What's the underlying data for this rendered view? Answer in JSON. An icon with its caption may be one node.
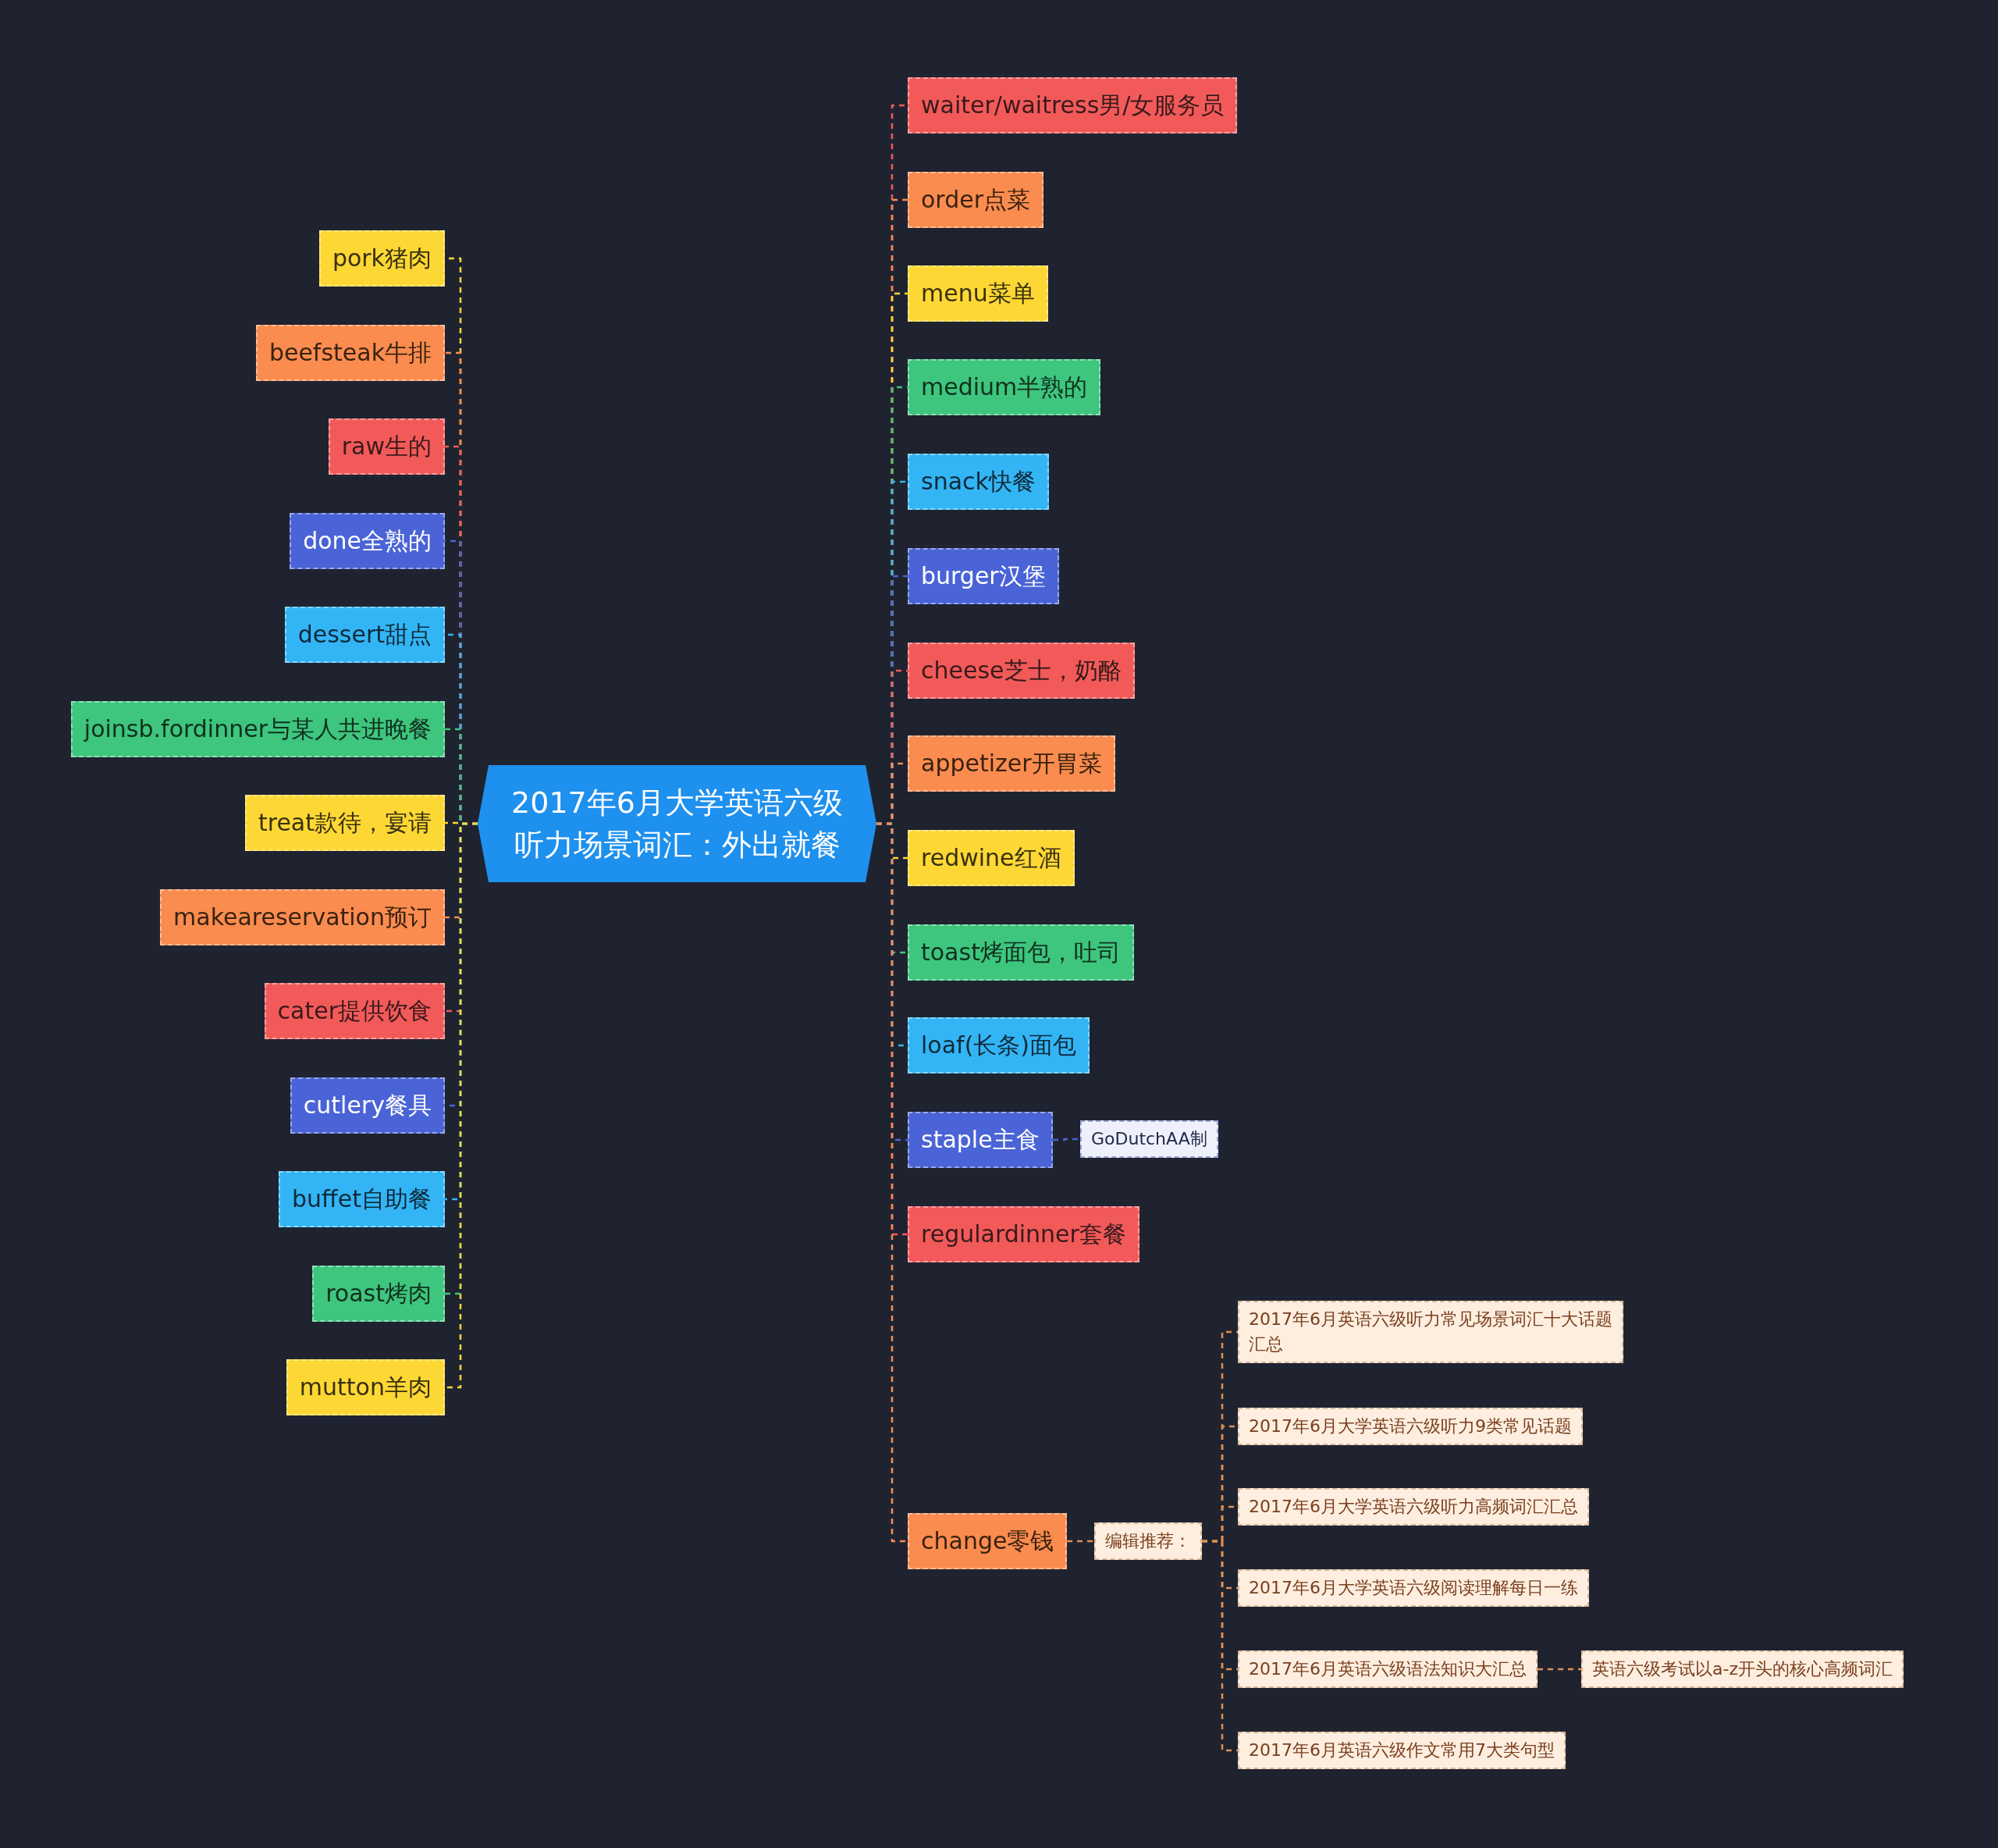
{
  "diagram": {
    "nodes": [
      {
        "text": [
          "2017年6月大学英语六级听力场景词汇：外出就餐"
        ]
      },
      {
        "text": [
          "pork猪肉"
        ]
      },
      {
        "text": [
          "beefsteak牛排"
        ]
      },
      {
        "text": [
          "raw生的"
        ]
      },
      {
        "text": [
          "done全熟的"
        ]
      },
      {
        "text": [
          "dessert甜点"
        ]
      },
      {
        "text": [
          "joinsb.fordinner与某人共进晚餐"
        ]
      },
      {
        "text": [
          "treat款待，宴请"
        ]
      },
      {
        "text": [
          "makeareservation预订"
        ]
      },
      {
        "text": [
          "cater提供饮食"
        ]
      },
      {
        "text": [
          "cutlery餐具"
        ]
      },
      {
        "text": [
          "buffet自助餐"
        ]
      },
      {
        "text": [
          "roast烤肉"
        ]
      },
      {
        "text": [
          "mutton羊肉"
        ]
      },
      {
        "text": [
          "waiter/waitress男/女服务员"
        ]
      },
      {
        "text": [
          "order点菜"
        ]
      },
      {
        "text": [
          "menu菜单"
        ]
      },
      {
        "text": [
          "medium半熟的"
        ]
      },
      {
        "text": [
          "snack快餐"
        ]
      },
      {
        "text": [
          "burger汉堡"
        ]
      },
      {
        "text": [
          "cheese芝士，奶酪"
        ]
      },
      {
        "text": [
          "appetizer开胃菜"
        ]
      },
      {
        "text": [
          "redwine红酒"
        ]
      },
      {
        "text": [
          "toast烤面包，吐司"
        ]
      },
      {
        "text": [
          "loaf(长条)面包"
        ]
      },
      {
        "text": [
          "staple主食"
        ]
      },
      {
        "text": [
          "regulardinner套餐"
        ]
      },
      {
        "text": [
          "change零钱"
        ]
      },
      {
        "text": [
          "GoDutchAA制"
        ]
      },
      {
        "text": [
          "编辑推荐："
        ]
      },
      {
        "text": [
          "2017年6月英语六级听力常见场景词汇十大话题汇总"
        ]
      },
      {
        "text": [
          "2017年6月大学英语六级听力9类常见话题"
        ]
      },
      {
        "text": [
          "2017年6月大学英语六级听力高频词汇汇总"
        ]
      },
      {
        "text": [
          "2017年6月大学英语六级阅读理解每日一练"
        ]
      },
      {
        "text": [
          "2017年6月英语六级语法知识大汇总"
        ]
      },
      {
        "text": [
          "2017年6月英语六级作文常用7大类句型"
        ]
      },
      {
        "text": [
          "英语六级考试以a-z开头的核心高频词汇"
        ]
      }
    ],
    "edges": [
      {
        "from": 0,
        "to": 1,
        "arrow": "none",
        "style": "dashed",
        "color": "#fdd835"
      },
      {
        "from": 0,
        "to": 2,
        "arrow": "none",
        "style": "dashed",
        "color": "#fa8c4f"
      },
      {
        "from": 0,
        "to": 3,
        "arrow": "none",
        "style": "dashed",
        "color": "#f25a5a"
      },
      {
        "from": 0,
        "to": 4,
        "arrow": "none",
        "style": "dashed",
        "color": "#4a63d6"
      },
      {
        "from": 0,
        "to": 5,
        "arrow": "none",
        "style": "dashed",
        "color": "#33b5f5"
      },
      {
        "from": 0,
        "to": 6,
        "arrow": "none",
        "style": "dashed",
        "color": "#3ec57e"
      },
      {
        "from": 0,
        "to": 7,
        "arrow": "none",
        "style": "dashed",
        "color": "#fdd835"
      },
      {
        "from": 0,
        "to": 8,
        "arrow": "none",
        "style": "dashed",
        "color": "#fa8c4f"
      },
      {
        "from": 0,
        "to": 9,
        "arrow": "none",
        "style": "dashed",
        "color": "#f25a5a"
      },
      {
        "from": 0,
        "to": 10,
        "arrow": "none",
        "style": "dashed",
        "color": "#4a63d6"
      },
      {
        "from": 0,
        "to": 11,
        "arrow": "none",
        "style": "dashed",
        "color": "#33b5f5"
      },
      {
        "from": 0,
        "to": 12,
        "arrow": "none",
        "style": "dashed",
        "color": "#3ec57e"
      },
      {
        "from": 0,
        "to": 13,
        "arrow": "none",
        "style": "dashed",
        "color": "#fdd835"
      },
      {
        "from": 0,
        "to": 14,
        "arrow": "none",
        "style": "dashed",
        "color": "#f25a5a"
      },
      {
        "from": 0,
        "to": 15,
        "arrow": "none",
        "style": "dashed",
        "color": "#fa8c4f"
      },
      {
        "from": 0,
        "to": 16,
        "arrow": "none",
        "style": "dashed",
        "color": "#fdd835"
      },
      {
        "from": 0,
        "to": 17,
        "arrow": "none",
        "style": "dashed",
        "color": "#3ec57e"
      },
      {
        "from": 0,
        "to": 18,
        "arrow": "none",
        "style": "dashed",
        "color": "#33b5f5"
      },
      {
        "from": 0,
        "to": 19,
        "arrow": "none",
        "style": "dashed",
        "color": "#4a63d6"
      },
      {
        "from": 0,
        "to": 20,
        "arrow": "none",
        "style": "dashed",
        "color": "#f25a5a"
      },
      {
        "from": 0,
        "to": 21,
        "arrow": "none",
        "style": "dashed",
        "color": "#fa8c4f"
      },
      {
        "from": 0,
        "to": 22,
        "arrow": "none",
        "style": "dashed",
        "color": "#fdd835"
      },
      {
        "from": 0,
        "to": 23,
        "arrow": "none",
        "style": "dashed",
        "color": "#3ec57e"
      },
      {
        "from": 0,
        "to": 24,
        "arrow": "none",
        "style": "dashed",
        "color": "#33b5f5"
      },
      {
        "from": 0,
        "to": 25,
        "arrow": "none",
        "style": "dashed",
        "color": "#4a63d6"
      },
      {
        "from": 0,
        "to": 26,
        "arrow": "none",
        "style": "dashed",
        "color": "#f25a5a"
      },
      {
        "from": 0,
        "to": 27,
        "arrow": "none",
        "style": "dashed",
        "color": "#fa8c4f"
      },
      {
        "from": 25,
        "to": 28,
        "arrow": "none",
        "style": "dashed",
        "color": "#4a63d6"
      },
      {
        "from": 27,
        "to": 29,
        "arrow": "none",
        "style": "dashed",
        "color": "#e0904f"
      },
      {
        "from": 29,
        "to": 30,
        "arrow": "none",
        "style": "dashed",
        "color": "#e0904f"
      },
      {
        "from": 29,
        "to": 31,
        "arrow": "none",
        "style": "dashed",
        "color": "#e0904f"
      },
      {
        "from": 29,
        "to": 32,
        "arrow": "none",
        "style": "dashed",
        "color": "#e0904f"
      },
      {
        "from": 29,
        "to": 33,
        "arrow": "none",
        "style": "dashed",
        "color": "#e0904f"
      },
      {
        "from": 29,
        "to": 34,
        "arrow": "none",
        "style": "dashed",
        "color": "#e0904f"
      },
      {
        "from": 29,
        "to": 35,
        "arrow": "none",
        "style": "dashed",
        "color": "#e0904f"
      },
      {
        "from": 34,
        "to": 36,
        "arrow": "none",
        "style": "dashed",
        "color": "#e0904f"
      }
    ]
  }
}
